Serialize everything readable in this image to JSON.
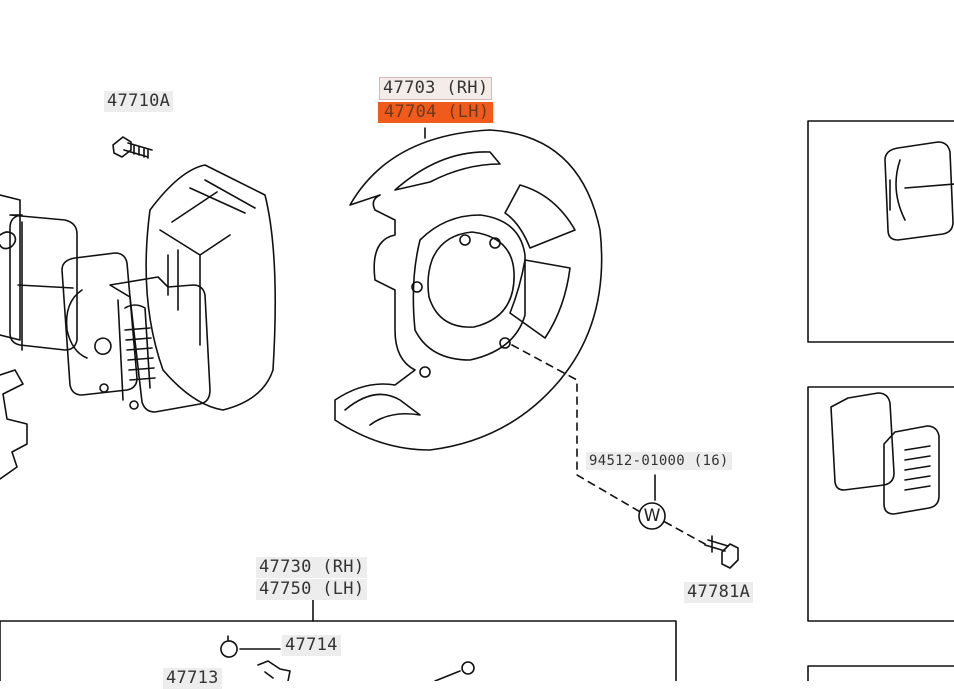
{
  "labels": {
    "p47710a": "47710A",
    "p47703": "47703 (RH)",
    "p47704": "47704 (LH)",
    "p94512": "94512-01000 (16)",
    "w_symbol": "W",
    "p47781a": "47781A",
    "p47730": "47730 (RH)",
    "p47750": "47750 (LH)",
    "p47714": "47714",
    "p47713": "47713"
  },
  "colors": {
    "line": "#111111",
    "highlight": "#f05a1a",
    "label_bg": "#ededed"
  }
}
